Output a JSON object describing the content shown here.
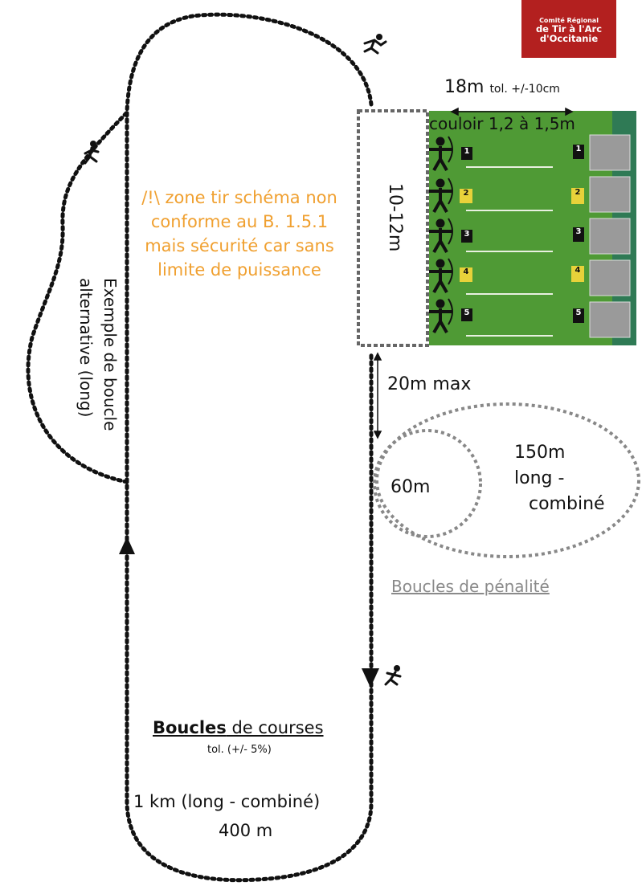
{
  "logo": {
    "line1": "Comité Régional",
    "line2": "de Tir à l'Arc",
    "line3": "d'Occitanie"
  },
  "range": {
    "width_main": "18m",
    "width_tol": "tol. +/-10cm",
    "lane_label": "couloir 1,2 à 1,5m",
    "depth_label": "10-12m",
    "lanes": [
      "1",
      "2",
      "3",
      "4",
      "5"
    ],
    "distance_max": "20m max"
  },
  "warning": "/!\\ zone tir schéma non conforme au B. 1.5.1 mais sécurité car sans limite de puissance",
  "alternative_loop": {
    "line1": "Exemple de boucle",
    "line2": "alternative (long)"
  },
  "penalty": {
    "small": "60m",
    "large_line1": "150m",
    "large_line2": "long -",
    "large_line3": "combiné",
    "caption": "Boucles de pénalité"
  },
  "course": {
    "title_bold": "Boucles",
    "title_rest": " de courses",
    "tolerance": "tol. (+/- 5%)",
    "distance_long": "1 km (long - combiné)",
    "distance_short": "400 m"
  },
  "colors": {
    "logo_red": "#b3201f",
    "warning_orange": "#f0a030",
    "grass_green": "#4f9a35",
    "target_yellow": "#e8d23a",
    "loop_grey": "#888888"
  }
}
